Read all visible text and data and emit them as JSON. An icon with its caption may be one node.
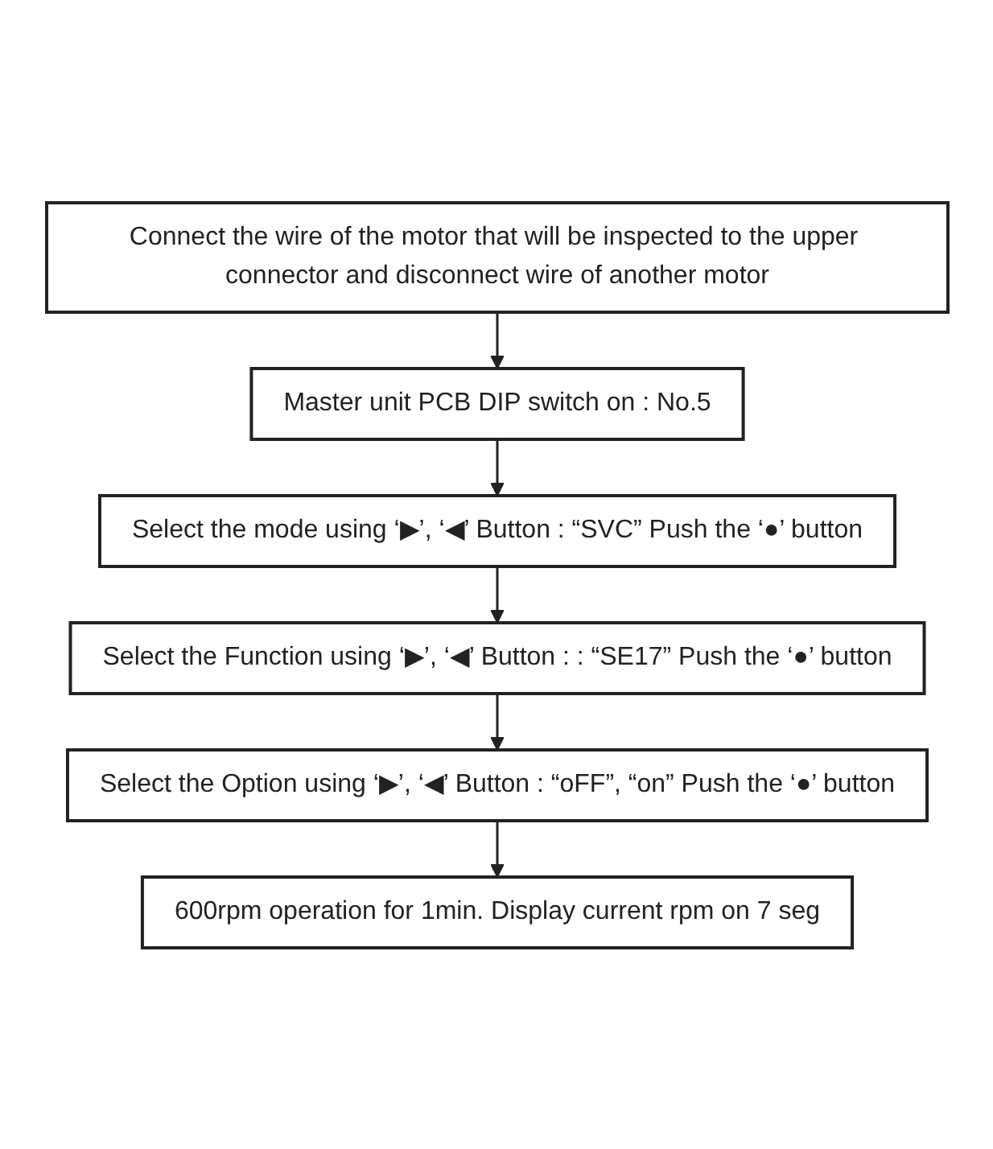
{
  "diagram": {
    "nodes": [
      {
        "text": [
          "Connect the wire of the motor that will be inspected to the upper connector and disconnect wire of another motor"
        ]
      },
      {
        "text": [
          "Master unit PCB DIP switch on : No.5"
        ]
      },
      {
        "text": [
          "Select the mode using ‘▶’, ‘◀’ Button : “SVC” Push the ‘●’ button"
        ]
      },
      {
        "text": [
          "Select the Function using ‘▶’, ‘◀’ Button : : “SE17” Push the ‘●’ button"
        ]
      },
      {
        "text": [
          "Select the Option using ‘▶’, ‘◀’ Button : “oFF”, “on” Push the ‘●’ button"
        ]
      },
      {
        "text": [
          "600rpm operation for 1min. Display current rpm on 7 seg"
        ]
      }
    ],
    "edges": [
      {
        "from": 0,
        "to": 1,
        "arrow": "to"
      },
      {
        "from": 1,
        "to": 2,
        "arrow": "to"
      },
      {
        "from": 2,
        "to": 3,
        "arrow": "to"
      },
      {
        "from": 3,
        "to": 4,
        "arrow": "to"
      },
      {
        "from": 4,
        "to": 5,
        "arrow": "to"
      }
    ]
  }
}
